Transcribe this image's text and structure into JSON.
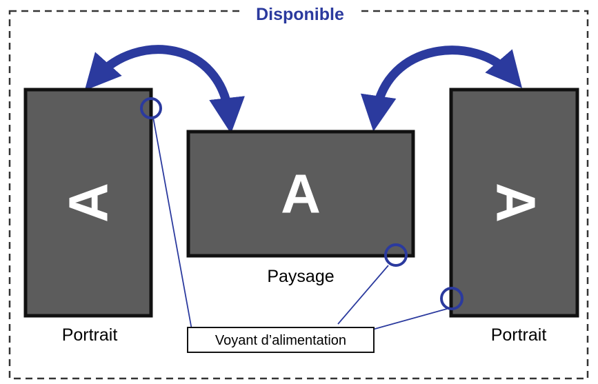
{
  "title": "Disponible",
  "monitors": {
    "left": {
      "letter": "A",
      "caption": "Portrait"
    },
    "center": {
      "letter": "A",
      "caption": "Paysage"
    },
    "right": {
      "letter": "A",
      "caption": "Portrait"
    }
  },
  "callout": {
    "label": "Voyant d’alimentation"
  },
  "colors": {
    "accent": "#2b3a9e",
    "screen_fill": "#5c5c5c",
    "frame": "#111111",
    "glyph": "#ffffff",
    "border": "#333333"
  }
}
